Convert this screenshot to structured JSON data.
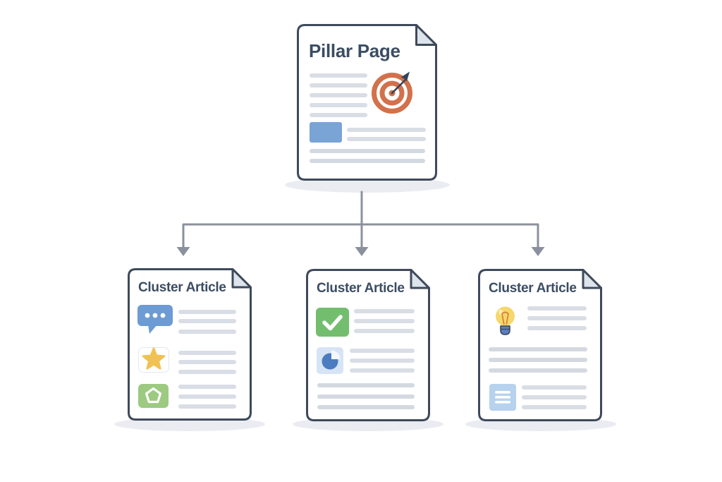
{
  "pillar": {
    "title": "Pillar Page",
    "icon": "target-bullseye-icon"
  },
  "clusters": [
    {
      "title": "Cluster Article",
      "icons": [
        "speech-bubble-icon",
        "star-icon",
        "pentagon-icon"
      ]
    },
    {
      "title": "Cluster Article",
      "icons": [
        "checkmark-icon",
        "pie-chart-icon"
      ]
    },
    {
      "title": "Cluster Article",
      "icons": [
        "lightbulb-icon",
        "text-lines-icon"
      ]
    }
  ],
  "colors": {
    "document_outline": "#3E4A5B",
    "title_text": "#3B4D63",
    "placeholder_line": "#D9DDE5",
    "fold_fill": "#DDE4EB",
    "connector_gray": "#8B919C",
    "shadow_gray": "#EAECF1",
    "highlight_block_blue": "#7AA3D6",
    "target_orange": "#D2714B",
    "dart_navy": "#34435A",
    "speech_bubble_blue": "#6D9BD3",
    "star_yellow": "#F0C253",
    "pentagon_green": "#9CCA81",
    "check_green": "#72BE6E",
    "pie_bg_blue": "#D6E4F5",
    "pie_blue": "#4A7CBF",
    "bulb_yellow": "#F5D76B",
    "bulb_base_blue": "#5B80C0",
    "text_block_blue": "#B7D2EE"
  }
}
